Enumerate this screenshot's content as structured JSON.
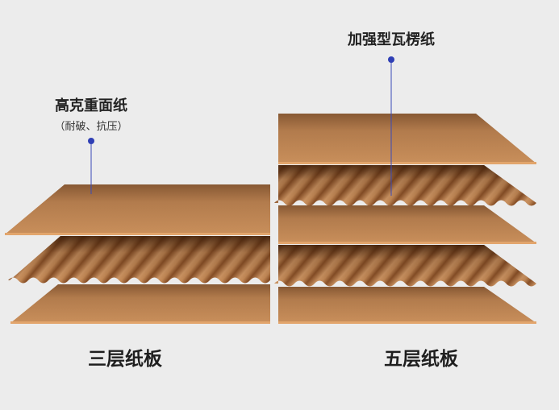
{
  "labels": {
    "face_paper": "高克重面纸",
    "face_paper_note": "（耐破、抗压）",
    "flute_paper": "加强型瓦楞纸",
    "three_layer": "三层纸板",
    "five_layer": "五层纸板"
  },
  "colors": {
    "background": "#ececec",
    "kraft": "#c48a57",
    "kraft_edge": "#e2a56c",
    "shadow": "#5a3115",
    "pointer": "#2f3fb5"
  }
}
